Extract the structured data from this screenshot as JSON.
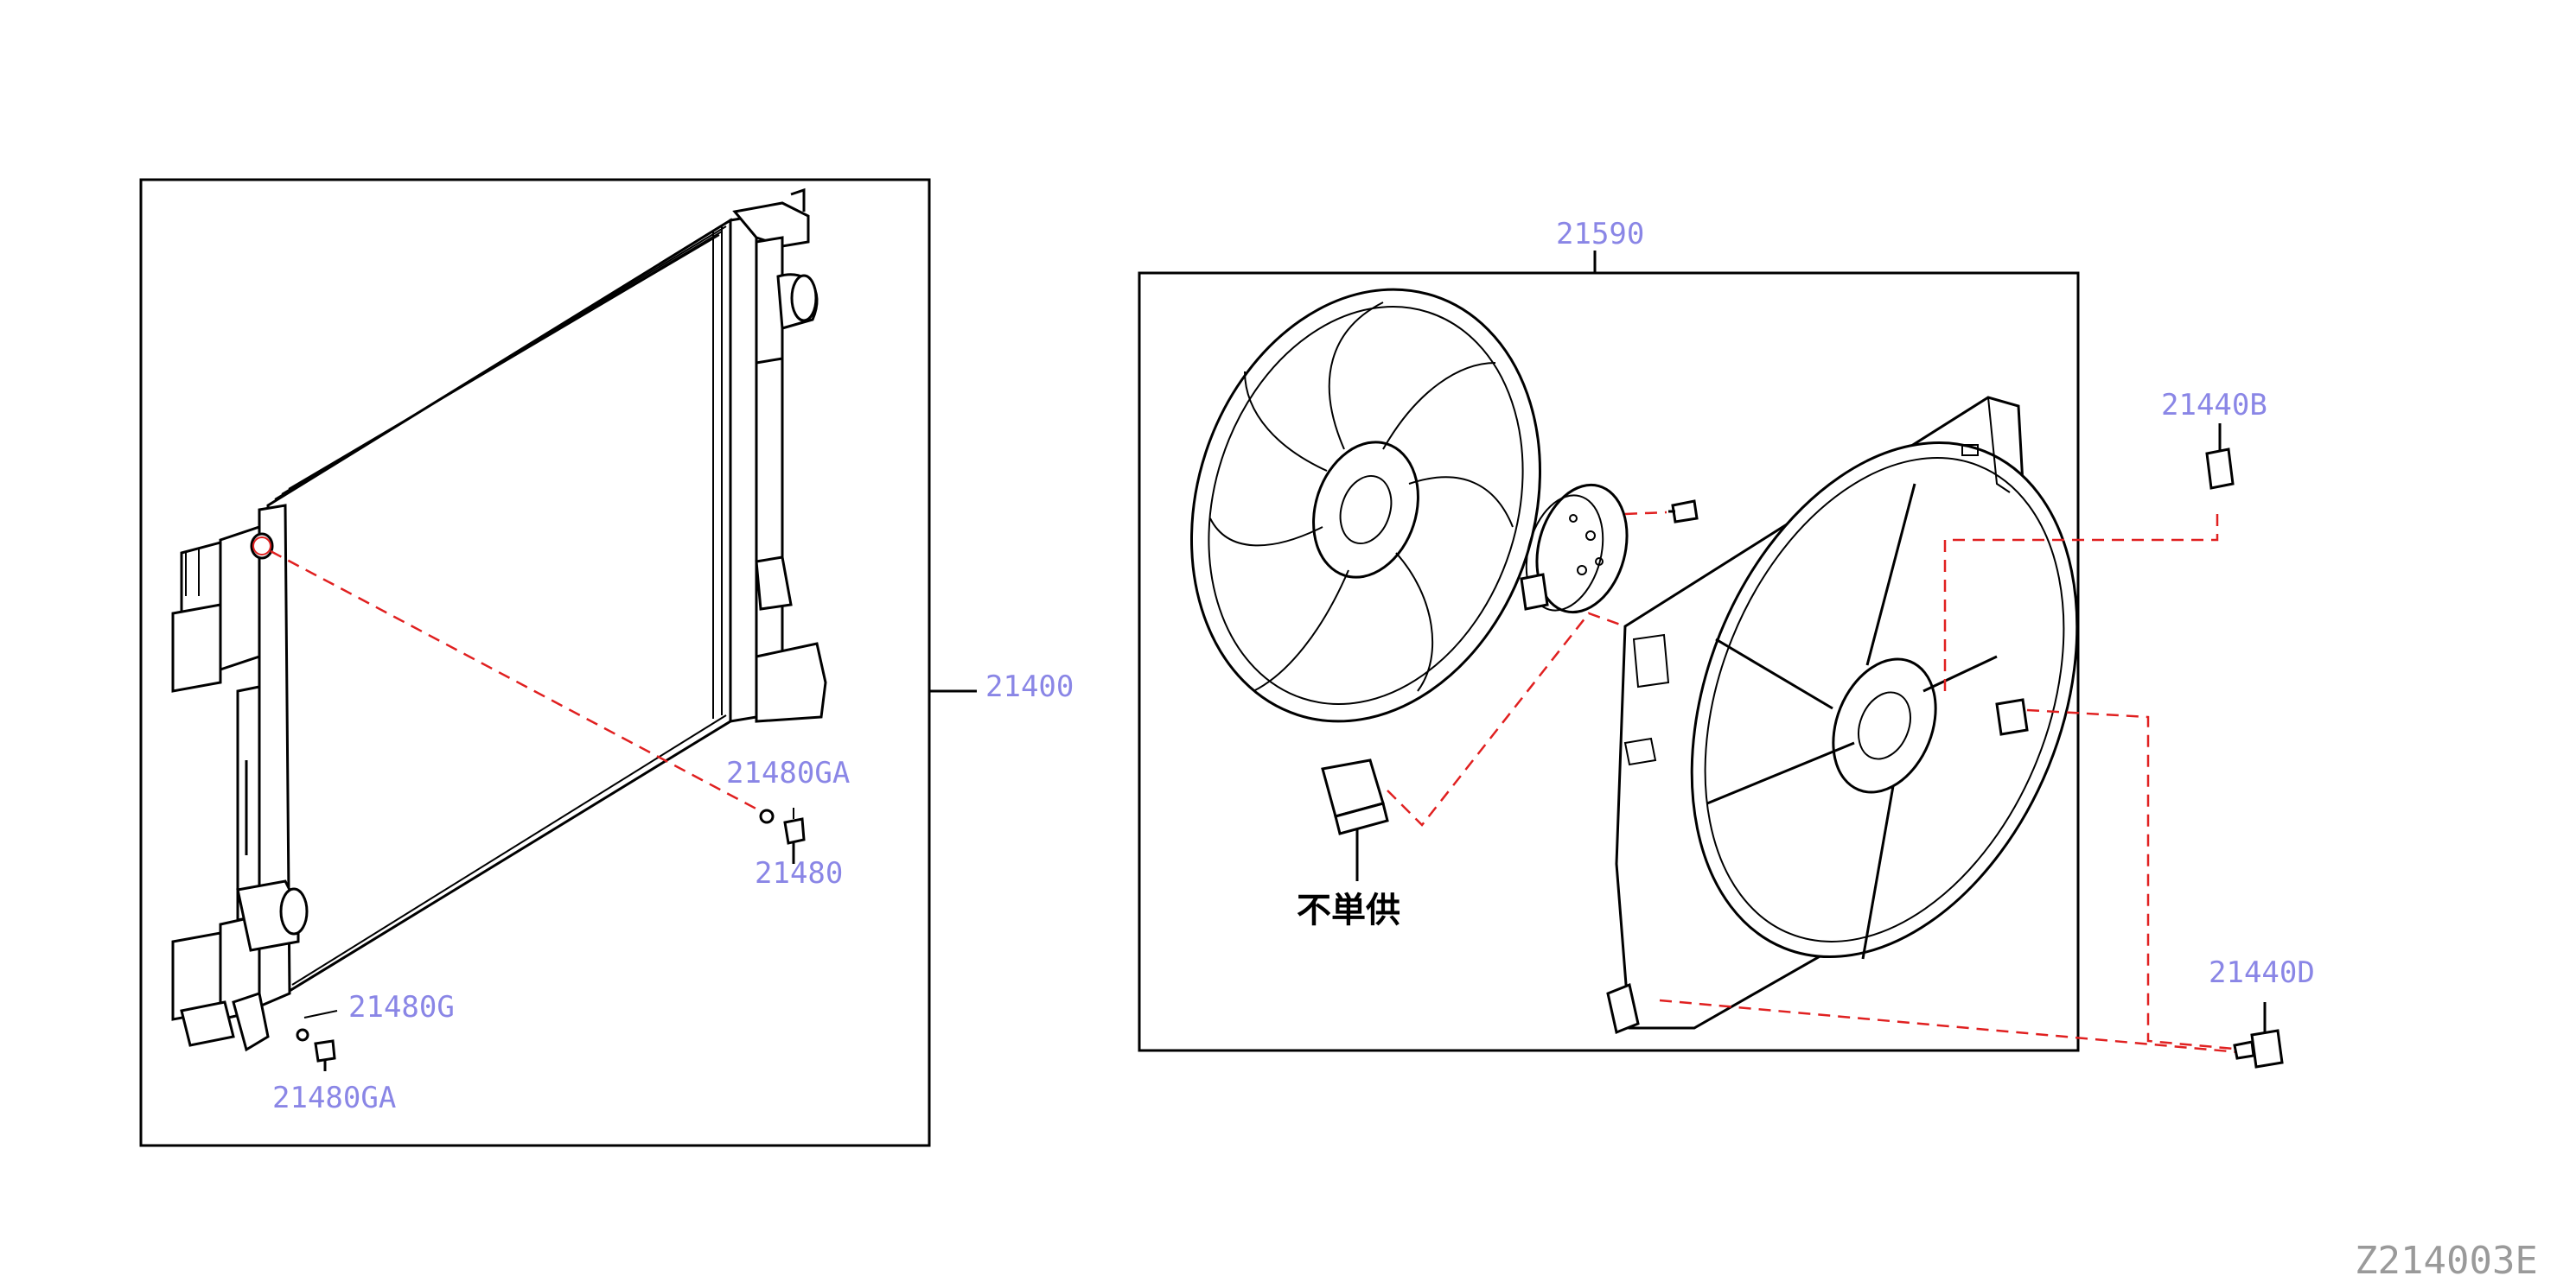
{
  "labels": {
    "radiator": "21400",
    "fan_assembly": "21590",
    "drain_plug_seal_top": "21480GA",
    "drain_plug_top": "21480",
    "drain_plug_seal_bottom_g": "21480G",
    "drain_plug_seal_bottom_ga": "21480GA",
    "clip_b": "21440B",
    "bolt_d": "21440D",
    "not_sold_separately": "不単供",
    "drawing_number": "Z214003E"
  },
  "colors": {
    "label": "#8a86e6",
    "leader_dash": "#e02020",
    "linework": "#000000",
    "drawing_number": "#9a9a9a"
  }
}
